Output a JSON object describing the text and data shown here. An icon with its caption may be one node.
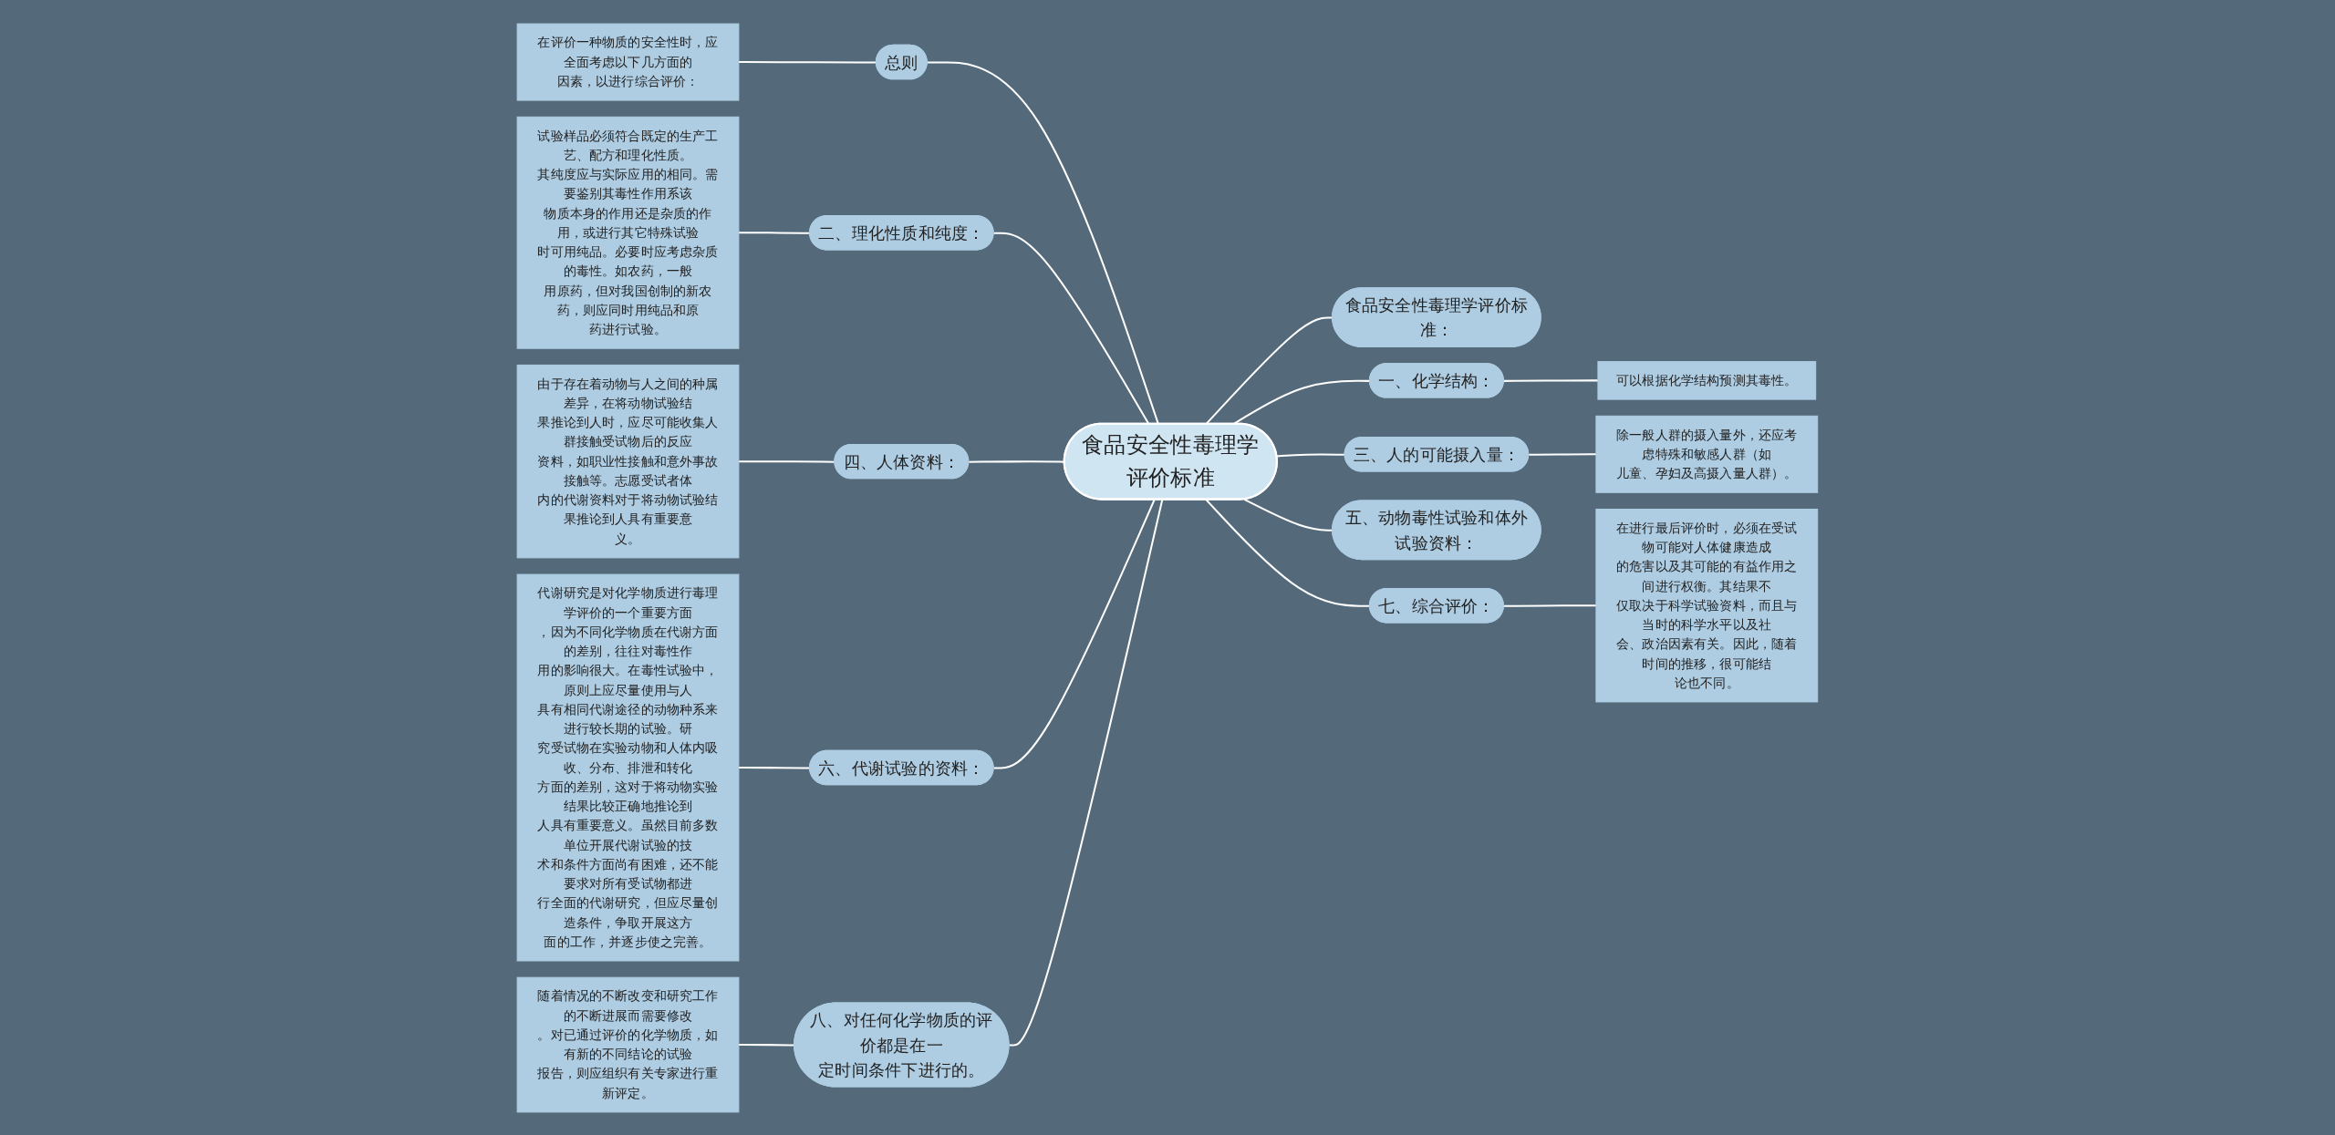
{
  "diagram": {
    "nodes": [
      {
        "text": [
          "食品安全性毒理学评价标准"
        ]
      },
      {
        "text": [
          "总则"
        ]
      },
      {
        "text": [
          "在评价一种物质的安全性时，应全面考虑以下几方面的因素，以进行综合评价："
        ]
      },
      {
        "text": [
          "二、理化性质和纯度："
        ]
      },
      {
        "text": [
          "试验样品必须符合既定的生产工艺、配方和理化性质。其纯度应与实际应用的相同。需要鉴别其毒性作用系该物质本身的作用还是杂质的作用，或进行其它特殊试验时可用纯品。必要时应考虑杂质的毒性。如农药，一般用原药，但对我国创制的新农药，则应同时用纯品和原药进行试验。"
        ]
      },
      {
        "text": [
          "四、人体资料："
        ]
      },
      {
        "text": [
          "由于存在着动物与人之间的种属差异，在将动物试验结果推论到人时，应尽可能收集人群接触受试物后的反应资料，如职业性接触和意外事故接触等。志愿受试者体内的代谢资料对于将动物试验结果推论到人具有重要意义。"
        ]
      },
      {
        "text": [
          "六、代谢试验的资料："
        ]
      },
      {
        "text": [
          "代谢研究是对化学物质进行毒理学评价的一个重要方面，因为不同化学物质在代谢方面的差别，往往对毒性作用的影响很大。在毒性试验中，原则上应尽量使用与人具有相同代谢途径的动物种系来进行较长期的试验。研究受试物在实验动物和人体内吸收、分布、排泄和转化方面的差别，这对于将动物实验结果比较正确地推论到人具有重要意义。虽然目前多数单位开展代谢试验的技术和条件方面尚有困难，还不能要求对所有受试物都进行全面的代谢研究，但应尽量创造条件，争取开展这方面的工作，并逐步使之完善。"
        ]
      },
      {
        "text": [
          "八、对任何化学物质的评价都是在一定时间条件下进行的。"
        ]
      },
      {
        "text": [
          "随着情况的不断改变和研究工作的不断进展而需要修改。对已通过评价的化学物质，如有新的不同结论的试验报告，则应组织有关专家进行重新评定。"
        ]
      },
      {
        "text": [
          "食品安全性毒理学评价标准："
        ]
      },
      {
        "text": [
          "一、化学结构："
        ]
      },
      {
        "text": [
          "可以根据化学结构预测其毒性。"
        ]
      },
      {
        "text": [
          "三、人的可能摄入量："
        ]
      },
      {
        "text": [
          "除一般人群的摄入量外，还应考虑特殊和敏感人群（如儿童、孕妇及高摄入量人群）。"
        ]
      },
      {
        "text": [
          "五、动物毒性试验和体外试验资料："
        ]
      },
      {
        "text": [
          "七、综合评价："
        ]
      },
      {
        "text": [
          "在进行最后评价时，必须在受试物可能对人体健康造成的危害以及其可能的有益作用之间进行权衡。其结果不仅取决于科学试验资料，而且与当时的科学水平以及社会、政治因素有关。因此，随着时间的推移，很可能结论也不同。"
        ]
      }
    ],
    "edges": [
      {
        "from": 0,
        "to": 1,
        "arrow": "none"
      },
      {
        "from": 1,
        "to": 2,
        "arrow": "none"
      },
      {
        "from": 0,
        "to": 3,
        "arrow": "none"
      },
      {
        "from": 3,
        "to": 4,
        "arrow": "none"
      },
      {
        "from": 0,
        "to": 5,
        "arrow": "none"
      },
      {
        "from": 5,
        "to": 6,
        "arrow": "none"
      },
      {
        "from": 0,
        "to": 7,
        "arrow": "none"
      },
      {
        "from": 7,
        "to": 8,
        "arrow": "none"
      },
      {
        "from": 0,
        "to": 9,
        "arrow": "none"
      },
      {
        "from": 9,
        "to": 10,
        "arrow": "none"
      },
      {
        "from": 0,
        "to": 11,
        "arrow": "none"
      },
      {
        "from": 0,
        "to": 12,
        "arrow": "none"
      },
      {
        "from": 12,
        "to": 13,
        "arrow": "none"
      },
      {
        "from": 0,
        "to": 14,
        "arrow": "none"
      },
      {
        "from": 14,
        "to": 15,
        "arrow": "none"
      },
      {
        "from": 0,
        "to": 16,
        "arrow": "none"
      },
      {
        "from": 0,
        "to": 17,
        "arrow": "none"
      },
      {
        "from": 17,
        "to": 18,
        "arrow": "none"
      }
    ]
  }
}
